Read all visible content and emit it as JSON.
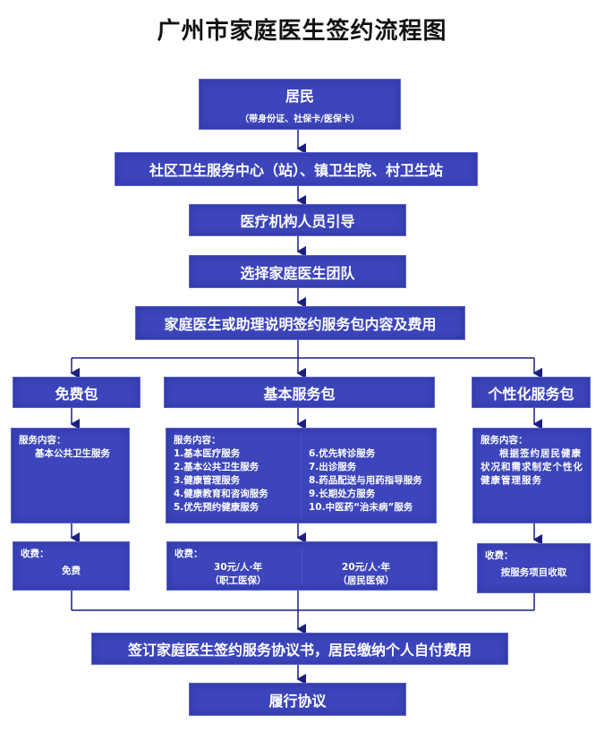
{
  "title": "广州市家庭医生签约流程图",
  "steps": {
    "resident": {
      "label": "居民",
      "sub": "（带身份证、社保卡/医保卡）"
    },
    "center": "社区卫生服务中心（站）、镇卫生院、村卫生站",
    "guide": "医疗机构人员引导",
    "choose": "选择家庭医生团队",
    "explain": "家庭医生或助理说明签约服务包内容及费用",
    "sign": "签订家庭医生签约服务协议书，居民缴纳个人自付费用",
    "fulfill": "履行协议"
  },
  "packages": {
    "free": {
      "label": "免费包",
      "content_title": "服务内容：",
      "content": "基本公共卫生服务",
      "fee_title": "收费：",
      "fee": "免费"
    },
    "basic": {
      "label": "基本服务包",
      "content_title": "服务内容：",
      "items_left": [
        "1.基本医疗服务",
        "2.基本公共卫生服务",
        "3.健康管理服务",
        "4.健康教育和咨询服务",
        "5.优先预约健康服务"
      ],
      "items_right": [
        "6.优先转诊服务",
        "7.出诊服务",
        "8.药品配送与用药指导服务",
        "9.长期处方服务",
        "10.中医药“治未病”服务"
      ],
      "fee_title": "收费：",
      "fee_left": "30元/人·年",
      "fee_left_note": "（职工医保）",
      "fee_right": "20元/人·年",
      "fee_right_note": "（居民医保）"
    },
    "personal": {
      "label": "个性化服务包",
      "content_title": "服务内容：",
      "content": "根据签约居民健康状况和需求制定个性化健康管理服务",
      "fee_title": "收费：",
      "fee": "按服务项目收取"
    }
  }
}
